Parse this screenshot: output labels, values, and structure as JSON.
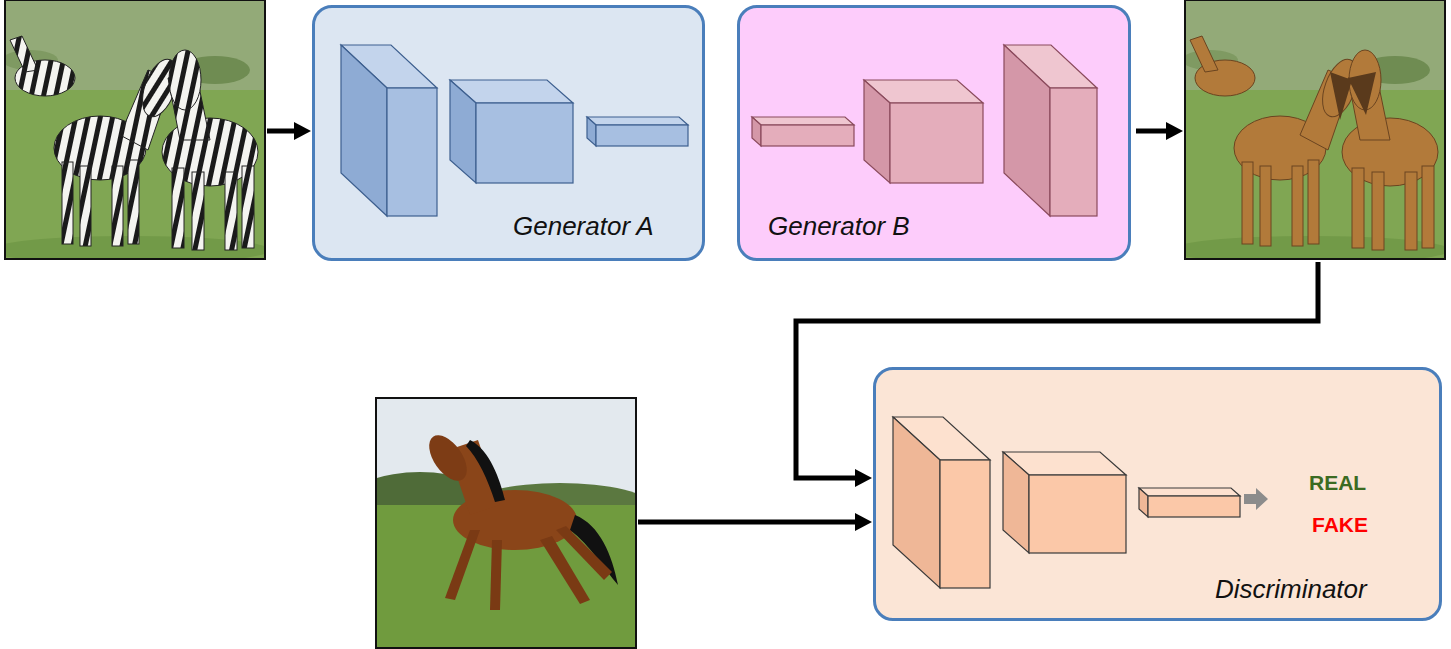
{
  "diagram": {
    "nodes": [
      {
        "text": [
          "Generator A"
        ]
      },
      {
        "text": [
          "Generator B"
        ]
      },
      {
        "text": [
          "REAL",
          "FAKE",
          "Discriminator"
        ]
      }
    ]
  }
}
